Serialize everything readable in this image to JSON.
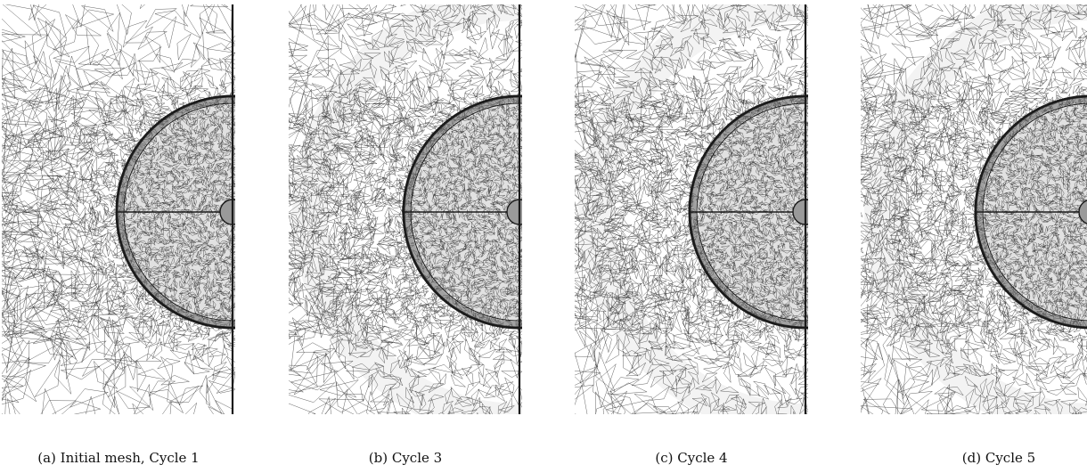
{
  "panels": [
    {
      "caption": "(a) Initial mesh, Cycle 1",
      "refined_band": false
    },
    {
      "caption": "(b) Cycle 3",
      "refined_band": true
    },
    {
      "caption": "(c) Cycle 4",
      "refined_band": true
    },
    {
      "caption": "(d) Cycle 5",
      "refined_band": true
    }
  ],
  "colors": {
    "mesh_line": "#333333",
    "boundary": "#1a1a1a",
    "disk_fill": "#c9c9c9",
    "background": "#ffffff"
  }
}
